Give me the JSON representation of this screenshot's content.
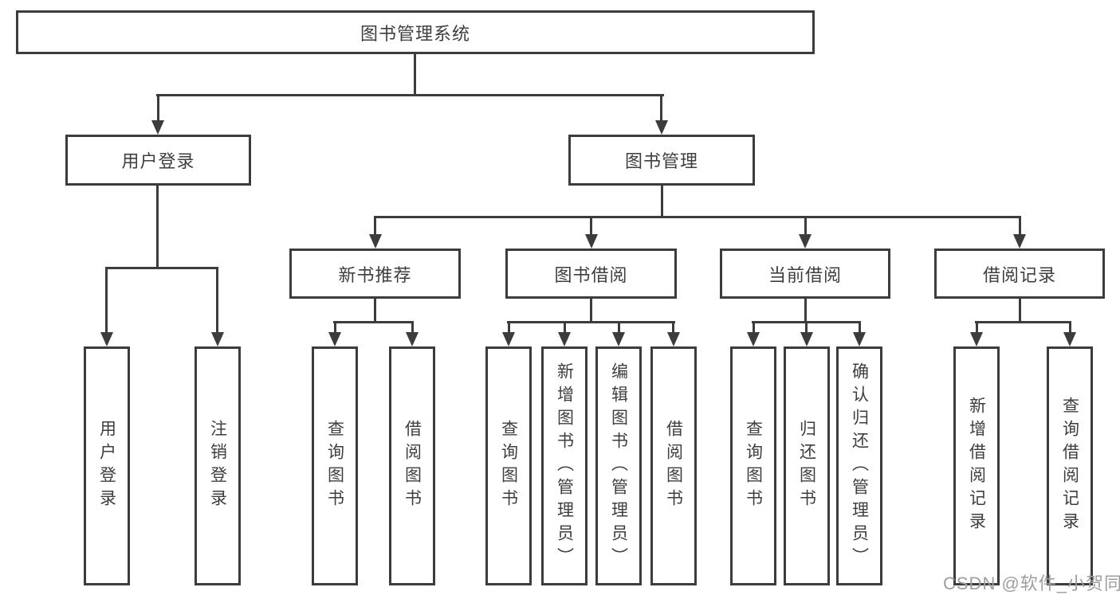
{
  "nodes": {
    "root": {
      "label": "图书管理系统"
    },
    "level2": [
      {
        "label": "用户登录"
      },
      {
        "label": "图书管理"
      }
    ],
    "level3": [
      {
        "label": "新书推荐",
        "parent": "图书管理"
      },
      {
        "label": "图书借阅",
        "parent": "图书管理"
      },
      {
        "label": "当前借阅",
        "parent": "图书管理"
      },
      {
        "label": "借阅记录",
        "parent": "图书管理"
      }
    ],
    "leaves": [
      {
        "label": "用户登录",
        "parent": "用户登录"
      },
      {
        "label": "注销登录",
        "parent": "用户登录"
      },
      {
        "label": "查询图书",
        "parent": "新书推荐"
      },
      {
        "label": "借阅图书",
        "parent": "新书推荐"
      },
      {
        "label": "查询图书",
        "parent": "图书借阅"
      },
      {
        "label": "新增图书（管理员）",
        "parent": "图书借阅"
      },
      {
        "label": "编辑图书（管理员）",
        "parent": "图书借阅"
      },
      {
        "label": "借阅图书",
        "parent": "图书借阅"
      },
      {
        "label": "查询图书",
        "parent": "当前借阅"
      },
      {
        "label": "归还图书",
        "parent": "当前借阅"
      },
      {
        "label": "确认归还（管理员）",
        "parent": "当前借阅"
      },
      {
        "label": "新增借阅记录",
        "parent": "借阅记录"
      },
      {
        "label": "查询借阅记录",
        "parent": "借阅记录"
      }
    ]
  },
  "watermark": {
    "text": "CSDN @软件_小贺同学"
  },
  "colors": {
    "line": "#3c3c3c",
    "text": "#3e3e3e",
    "watermark_color": "#9e9e9e",
    "background": "#ffffff"
  }
}
